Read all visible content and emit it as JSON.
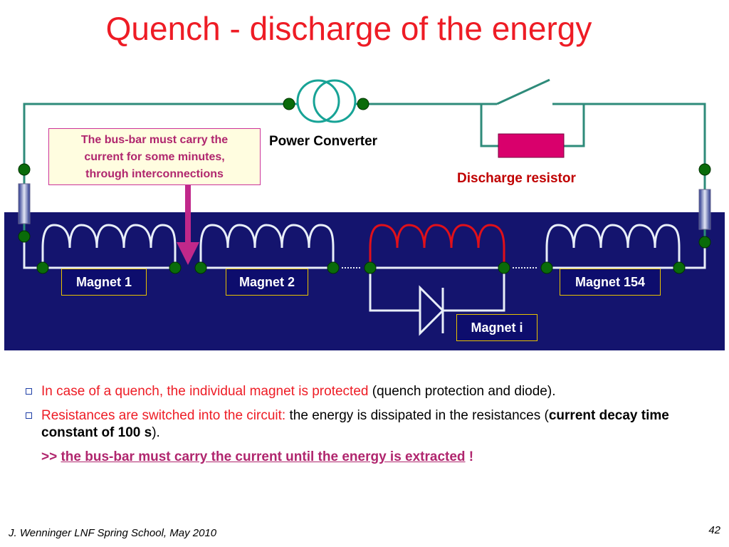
{
  "title": "Quench - discharge of the energy",
  "callout": {
    "line1": "The bus-bar must carry the",
    "line2": "current for some minutes,",
    "line3": "through interconnections"
  },
  "labels": {
    "power_converter": "Power Converter",
    "discharge_resistor": "Discharge resistor"
  },
  "magnets": {
    "m1": "Magnet 1",
    "m2": "Magnet 2",
    "m154": "Magnet 154",
    "mi": "Magnet i"
  },
  "bullets": {
    "b1_red": "In case of a quench, the individual magnet is protected",
    "b1_black": " (quench protection and diode).",
    "b2_red": "Resistances are switched into the circuit: ",
    "b2_black": "the energy is dissipated in the resistances (",
    "b2_bold": "current decay time constant of 100 s",
    "b2_end": ").",
    "sub_prefix": ">> ",
    "sub_link": "the bus-bar must carry the current until the energy is extracted",
    "sub_suffix": " !"
  },
  "footer": "J. Wenninger LNF Spring School, May 2010",
  "page_number": "42",
  "colors": {
    "title": "#ee1c25",
    "wire": "#2e8b7a",
    "node": "#0a6b0a",
    "band": "#14146e",
    "coil": "#e8eef8",
    "coil_quenched": "#e0101a",
    "resistor": "#d9006c",
    "arrow": "#c0288a"
  }
}
